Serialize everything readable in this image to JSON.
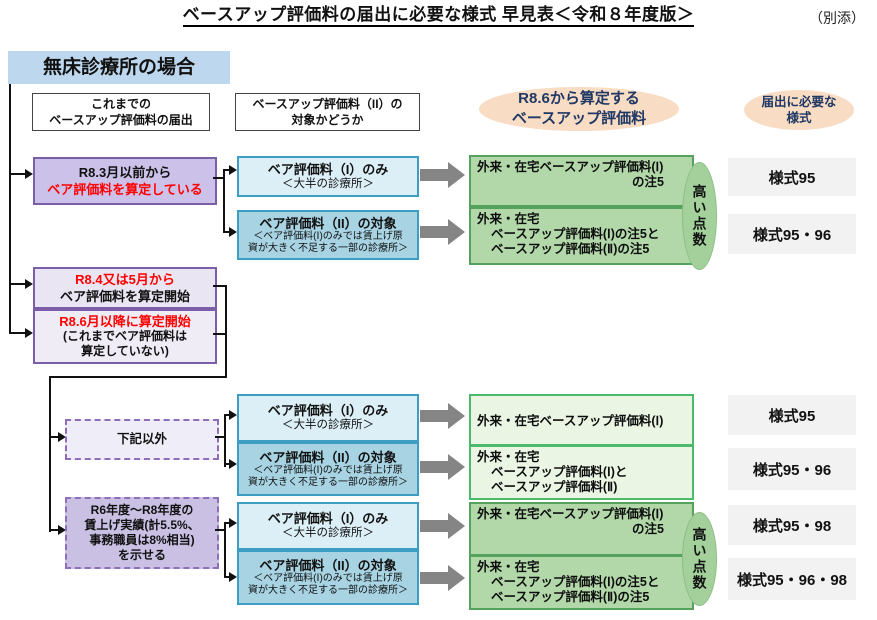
{
  "page": {
    "title": "ベースアップ評価料の届出に必要な様式 早見表＜令和８年度版＞",
    "annex": "（別添）",
    "banner": "無床診療所の場合"
  },
  "headers": {
    "past": {
      "line1": "これまでの",
      "line2": "ベースアップ評価料の届出"
    },
    "target": {
      "line1": "ベースアップ評価料（II）の",
      "line2": "対象かどうか"
    },
    "calc": {
      "line1": "R8.6から算定する",
      "line2": "ベースアップ評価料"
    },
    "forms": {
      "line1": "届出に必要な",
      "line2": "様式"
    }
  },
  "left": {
    "before_mar": {
      "line1": "R8.3月以前から",
      "line2": "ベア評価料を算定している"
    },
    "apr_may": {
      "line1": "R8.4又は5月から",
      "line2": "ベア評価料を算定開始"
    },
    "after_jun": {
      "line1": "R8.6月以降に算定開始",
      "line2": "(これまでベア評価料は",
      "line3": "算定していない)"
    },
    "other": {
      "label": "下記以外"
    },
    "wage": {
      "line1": "R6年度～R8年度の",
      "line2": "賃上げ実績(計5.5%、",
      "line3": "事務職員は8%相当)",
      "line4": "を示せる"
    }
  },
  "mid": {
    "only": {
      "title": "ベア評価料（I）のみ",
      "sub": "＜大半の診療所＞"
    },
    "target2": {
      "title": "ベア評価料（II）の対象",
      "sub1": "＜ベア評価料(Ⅰ)のみでは賃上げ原",
      "sub2": "資が大きく不足する一部の診療所＞"
    }
  },
  "green": {
    "r1a": {
      "line1": "外来・在宅ベースアップ評価料(Ⅰ)",
      "line2": "の注5"
    },
    "r1b": {
      "line1": "外来・在宅",
      "line2": "ベースアップ評価料(Ⅰ)の注5と",
      "line3": "ベースアップ評価料(Ⅱ)の注5"
    },
    "r3a": {
      "line1": "外来・在宅ベースアップ評価料(Ⅰ)"
    },
    "r3b": {
      "line1": "外来・在宅",
      "line2": "ベースアップ評価料(Ⅰ)と",
      "line3": "ベースアップ評価料(Ⅱ)"
    },
    "r4a": {
      "line1": "外来・在宅ベースアップ評価料(Ⅰ)",
      "line2": "の注5"
    },
    "r4b": {
      "line1": "外来・在宅",
      "line2": "ベースアップ評価料(Ⅰ)の注5と",
      "line3": "ベースアップ評価料(Ⅱ)の注5"
    }
  },
  "badges": {
    "high_points": "高い点数"
  },
  "forms": {
    "f1": "様式95",
    "f2": "様式95・96",
    "f3": "様式95",
    "f4": "様式95・96",
    "f5": "様式95・98",
    "f6": "様式95・96・98"
  },
  "colors": {
    "banner_blue": "#bdd7ee",
    "purple_border": "#7a5fa8",
    "purple_fill_dark": "#ccc1e9",
    "purple_fill_light": "#ece8f4",
    "blue_border": "#3d9dc2",
    "blue_fill_light": "#dceff6",
    "blue_fill_dark": "#a7d3e3",
    "green_fill_dark": "#b2d8aa",
    "green_fill_light": "#eaf5e4",
    "peach_ellipse": "#f9dcc4",
    "form_gray": "#f2f2f2",
    "highlight_red": "#ff0000",
    "navy_text": "#1f3864",
    "arrow_gray": "#858585"
  }
}
